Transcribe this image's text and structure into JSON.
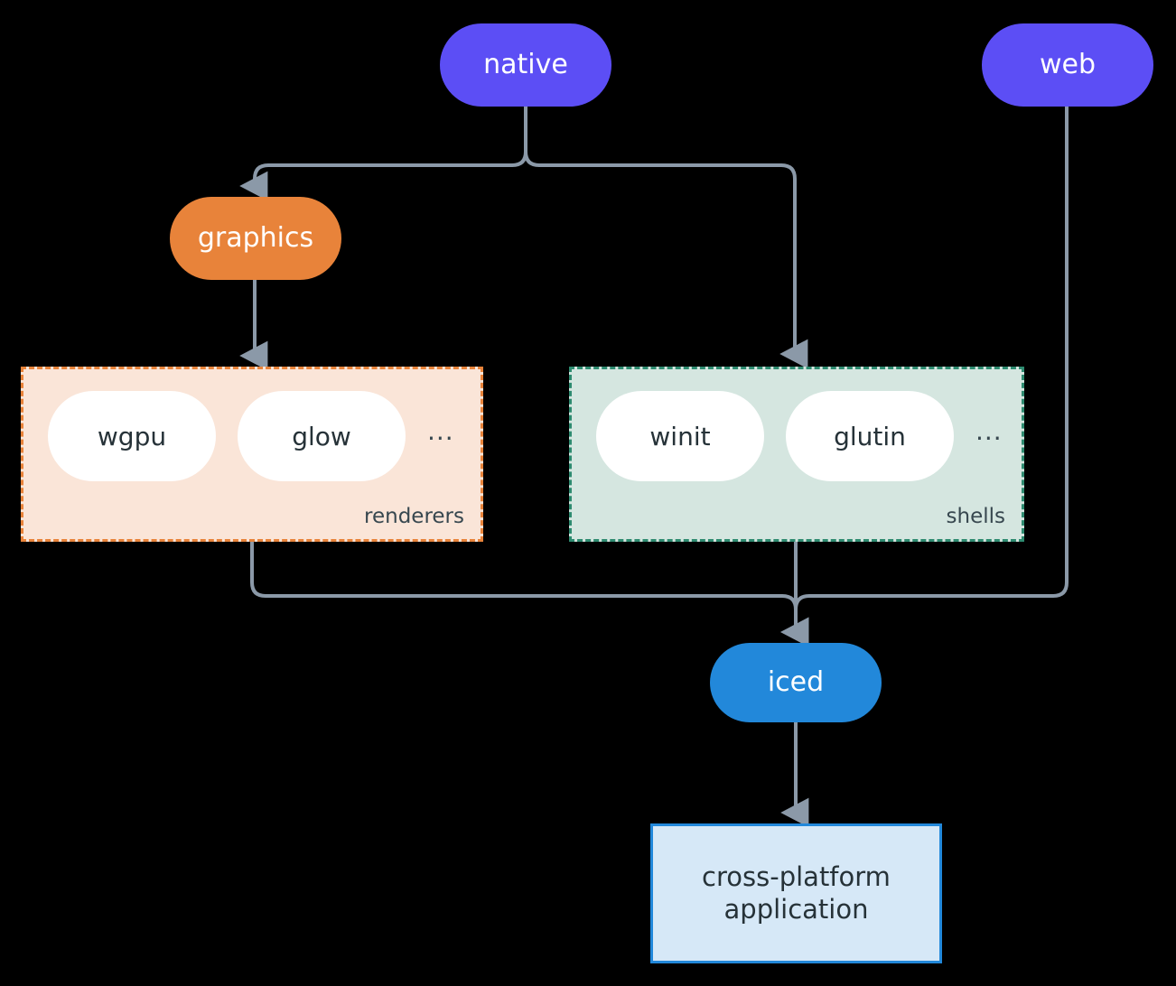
{
  "diagram": {
    "type": "flow-architecture",
    "background_color": "#000000",
    "connector_color": "#8b99a8",
    "nodes": {
      "native": {
        "label": "native",
        "shape": "pill",
        "fill": "#5c4ef5",
        "text_color": "#ffffff"
      },
      "web": {
        "label": "web",
        "shape": "pill",
        "fill": "#5c4ef5",
        "text_color": "#ffffff"
      },
      "graphics": {
        "label": "graphics",
        "shape": "pill",
        "fill": "#e8833a",
        "text_color": "#ffffff"
      },
      "iced": {
        "label": "iced",
        "shape": "pill",
        "fill": "#2288da",
        "text_color": "#ffffff"
      },
      "application": {
        "line1": "cross-platform",
        "line2": "application",
        "shape": "rectangle",
        "fill": "#d6e8f7",
        "border_color": "#2288da",
        "text_color": "#263238"
      }
    },
    "groups": [
      {
        "id": "renderers",
        "label": "renderers",
        "fill": "#fae5d8",
        "border_color": "#e8833a",
        "border_style": "dashed",
        "items": [
          "wgpu",
          "glow"
        ],
        "ellipsis": "..."
      },
      {
        "id": "shells",
        "label": "shells",
        "fill": "#d5e6e0",
        "border_color": "#2e8b70",
        "border_style": "dashed",
        "items": [
          "winit",
          "glutin"
        ],
        "ellipsis": "..."
      }
    ],
    "edges": [
      {
        "from": "native",
        "to": "graphics",
        "arrow": true
      },
      {
        "from": "native",
        "to": "shells",
        "arrow": true
      },
      {
        "from": "graphics",
        "to": "renderers",
        "arrow": true
      },
      {
        "from": "renderers",
        "to": "iced",
        "arrow": true
      },
      {
        "from": "shells",
        "to": "iced",
        "arrow": true
      },
      {
        "from": "web",
        "to": "iced",
        "arrow": true
      },
      {
        "from": "iced",
        "to": "application",
        "arrow": true
      }
    ]
  }
}
